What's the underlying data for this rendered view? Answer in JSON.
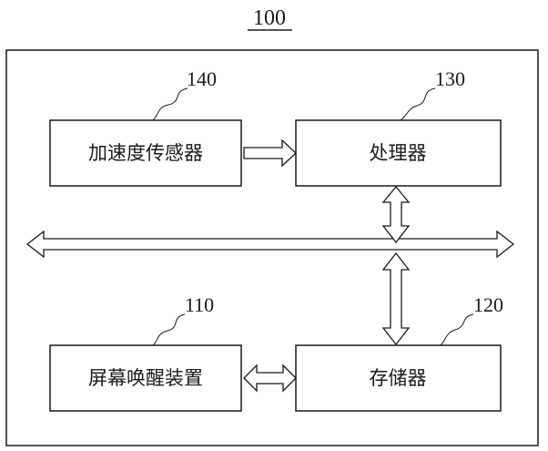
{
  "figure": {
    "title": "100",
    "blocks": [
      {
        "id": "accel",
        "label": "加速度传感器",
        "ref": "140"
      },
      {
        "id": "processor",
        "label": "处理器",
        "ref": "130"
      },
      {
        "id": "wake",
        "label": "屏幕唤醒装置",
        "ref": "110"
      },
      {
        "id": "memory",
        "label": "存储器",
        "ref": "120"
      }
    ]
  }
}
